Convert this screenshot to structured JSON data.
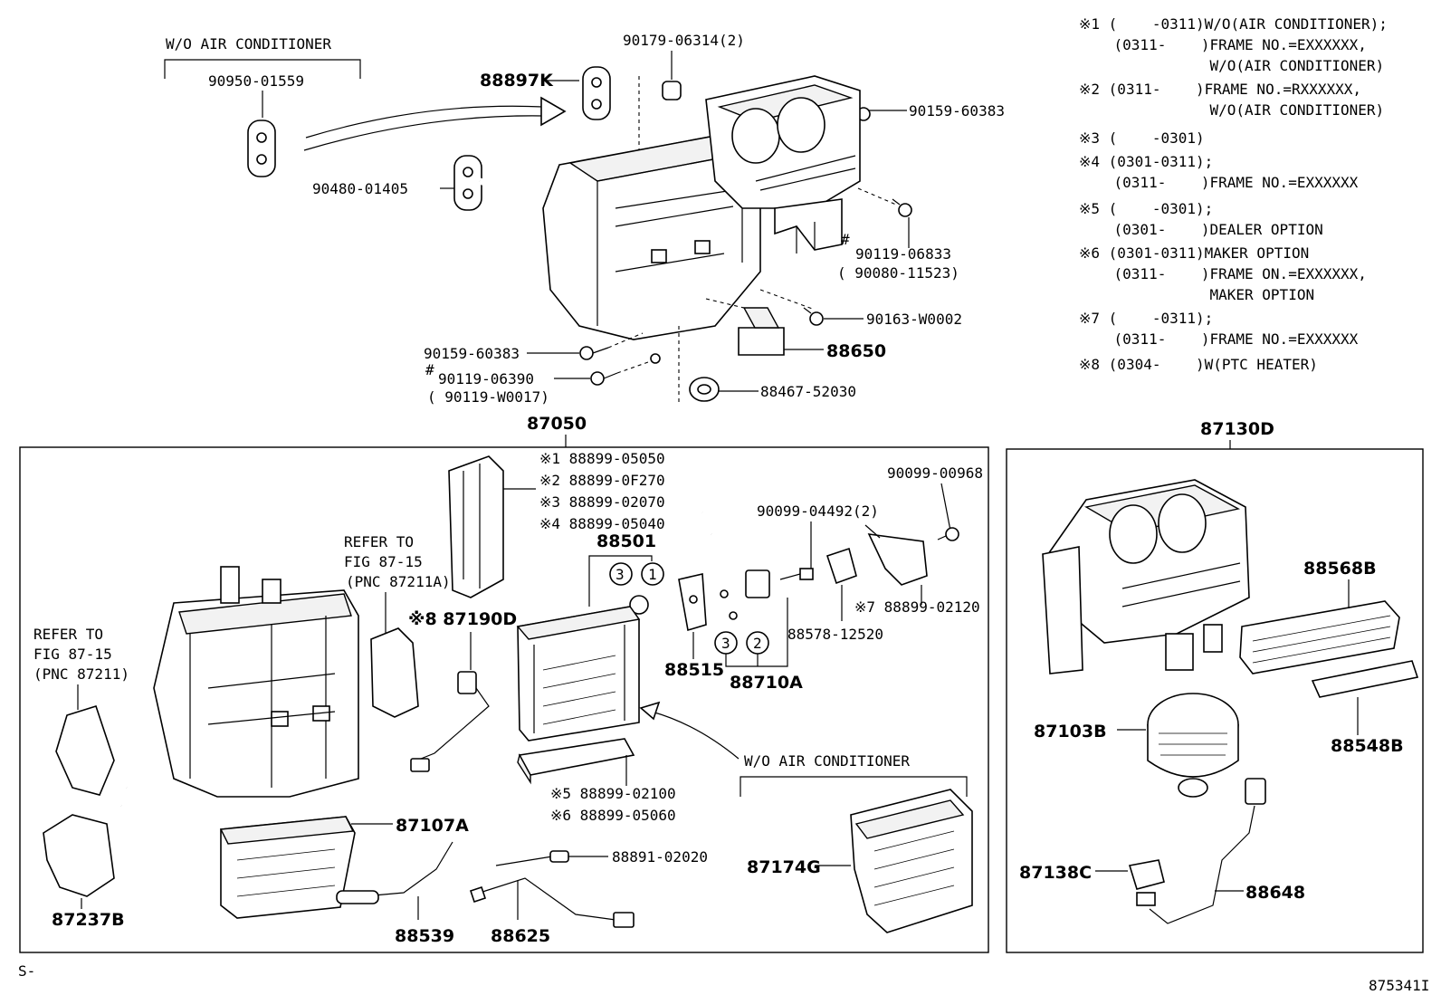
{
  "top_labels": {
    "wo_ac_top": "W/O AIR CONDITIONER",
    "p_9095001559": "90950-01559",
    "p_88897k": "88897K",
    "p_9017906314": "90179-06314(2)",
    "p_9015960383_a": "90159-60383",
    "p_9048001405": "90480-01405",
    "hash_a": "#",
    "p_9011906833": "90119-06833",
    "p_9008011523": "( 90080-11523)",
    "p_90163w0002": "90163-W0002",
    "p_88650": "88650",
    "p_9015960383_b": "90159-60383",
    "hash_b": "#",
    "p_9011906390": "90119-06390",
    "p_90119w0017": "( 90119-W0017)",
    "p_8846752030": "88467-52030"
  },
  "notes": [
    "※1 (    -0311)W/O(AIR CONDITIONER);",
    "    (0311-    )FRAME NO.=EXXXXXX,",
    "               W/O(AIR CONDITIONER)",
    "※2 (0311-    )FRAME NO.=RXXXXXX,",
    "               W/O(AIR CONDITIONER)",
    "※3 (    -0301)",
    "※4 (0301-0311);",
    "    (0311-    )FRAME NO.=EXXXXXX",
    "※5 (    -0301);",
    "    (0301-    )DEALER OPTION",
    "※6 (0301-0311)MAKER OPTION",
    "    (0311-    )FRAME ON.=EXXXXXX,",
    "               MAKER OPTION",
    "※7 (    -0311);",
    "    (0311-    )FRAME NO.=EXXXXXX",
    "※8 (0304-    )W(PTC HEATER)"
  ],
  "left_box": {
    "title": "87050",
    "s1": "※1 88899-05050",
    "s2": "※2 88899-0F270",
    "s3": "※3 88899-02070",
    "s4": "※4 88899-05040",
    "p_88501": "88501",
    "circ3a": "3",
    "circ1": "1",
    "circ3b": "3",
    "circ2": "2",
    "p_9009904492": "90099-04492(2)",
    "p_9009900968": "90099-00968",
    "refer_a_1": "REFER TO",
    "refer_a_2": "FIG 87-15",
    "refer_a_3": "(PNC 87211A)",
    "p_87190d": "※8 87190D",
    "p_8889902120": "※7 88899-02120",
    "p_8857812520": "88578-12520",
    "p_88515": "88515",
    "p_88710a": "88710A",
    "refer_b_1": "REFER TO",
    "refer_b_2": "FIG 87-15",
    "refer_b_3": "(PNC 87211)",
    "s5": "※5 88899-02100",
    "s6": "※6 88899-05060",
    "wo_ac_mid": "W/O AIR CONDITIONER",
    "p_87107a": "87107A",
    "p_8889102020": "88891-02020",
    "p_87174g": "87174G",
    "p_87237b": "87237B",
    "p_88539": "88539",
    "p_88625": "88625"
  },
  "right_box": {
    "title": "87130D",
    "p_88568b": "88568B",
    "p_87103b": "87103B",
    "p_88548b": "88548B",
    "p_87138c": "87138C",
    "p_88648": "88648"
  },
  "footer": {
    "left": "S-",
    "right": "875341I"
  }
}
